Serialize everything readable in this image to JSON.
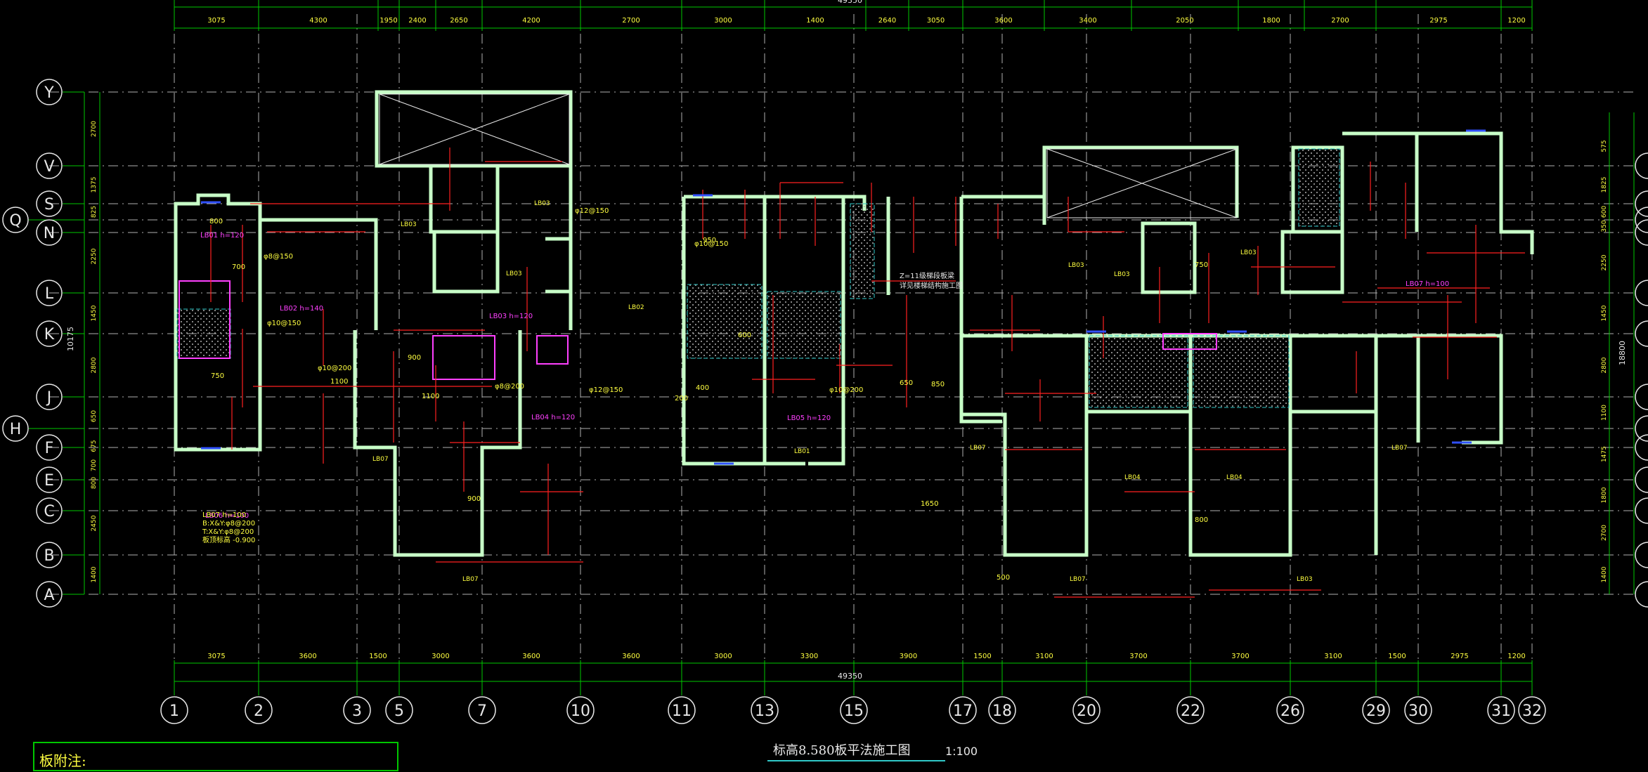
{
  "drawing": {
    "title": "标高8.580板平法施工图",
    "scale": "1:100",
    "note_label": "板附注:"
  },
  "top_dims": [
    "3075",
    "4300",
    "1950",
    "2400",
    "2650",
    "4200",
    "2700",
    "3000",
    "1400",
    "2640",
    "3050",
    "3600",
    "3400",
    "2050",
    "1800",
    "2700",
    "2975",
    "1200"
  ],
  "bottom_dims": [
    "3075",
    "3600",
    "1500",
    "3000",
    "3600",
    "3600",
    "3000",
    "3300",
    "3900",
    "1500",
    "3100",
    "3700",
    "3700",
    "3100",
    "1500",
    "2975",
    "1200"
  ],
  "overall_dim": "49350",
  "col_axes": [
    "1",
    "2",
    "3",
    "5",
    "7",
    "10",
    "11",
    "13",
    "15",
    "17",
    "18",
    "20",
    "22",
    "26",
    "29",
    "30",
    "31",
    "32"
  ],
  "row_axes": [
    "Y",
    "V",
    "S",
    "Q",
    "N",
    "L",
    "K",
    "J",
    "H",
    "F",
    "E",
    "C",
    "B",
    "A"
  ],
  "left_dims": [
    "2700",
    "1375",
    "825",
    "2250",
    "1450",
    "2800",
    "650",
    "675",
    "700",
    "800",
    "2450",
    "1400"
  ],
  "right_dims": [
    "575",
    "1825",
    "600",
    "350",
    "2250",
    "1450",
    "2800",
    "1100",
    "1475",
    "1800",
    "2700",
    "1400"
  ],
  "right_total": "18800",
  "left_total": "10175",
  "slab_labels": [
    "LB01 h=120",
    "LB02 h=140",
    "LB03 h=120",
    "LB04 h=120",
    "LB05 h=120",
    "LB06 h=100",
    "LB07 h=100"
  ],
  "slab_tags": [
    "LB03",
    "LB03",
    "LB02",
    "LB03",
    "LB01",
    "LB07",
    "LB04",
    "LB04",
    "LB03",
    "LB03",
    "LB03",
    "LB07",
    "LB07",
    "LB07",
    "LB07",
    "LB03"
  ],
  "rebar_notes": [
    "φ8@150",
    "φ10@150",
    "φ10@200",
    "φ12@150",
    "φ8@200",
    "φ12@150",
    "φ10@150",
    "φ10@200"
  ],
  "small_values": [
    "800",
    "700",
    "750",
    "900",
    "1100",
    "950",
    "850",
    "400",
    "600",
    "650",
    "1650",
    "1100",
    "750",
    "900",
    "800",
    "500",
    "200"
  ],
  "legend_block": [
    "LB07 h=100",
    "B:X&Y:φ8@200",
    "T:X&Y:φ8@200",
    "板顶标高 -0.900"
  ],
  "stair_note": [
    "Z=11级梯段板梁",
    "详见楼梯结构施工图"
  ],
  "colors": {
    "axis": "#00c800",
    "wall": "#c8ffc8",
    "red": "#ff2020",
    "magenta": "#ff40ff",
    "yellow": "#ffff40",
    "cyan": "#30c8c8",
    "white": "#e8e8e8",
    "grid": "#b0b0b0",
    "blue": "#3050ff"
  }
}
